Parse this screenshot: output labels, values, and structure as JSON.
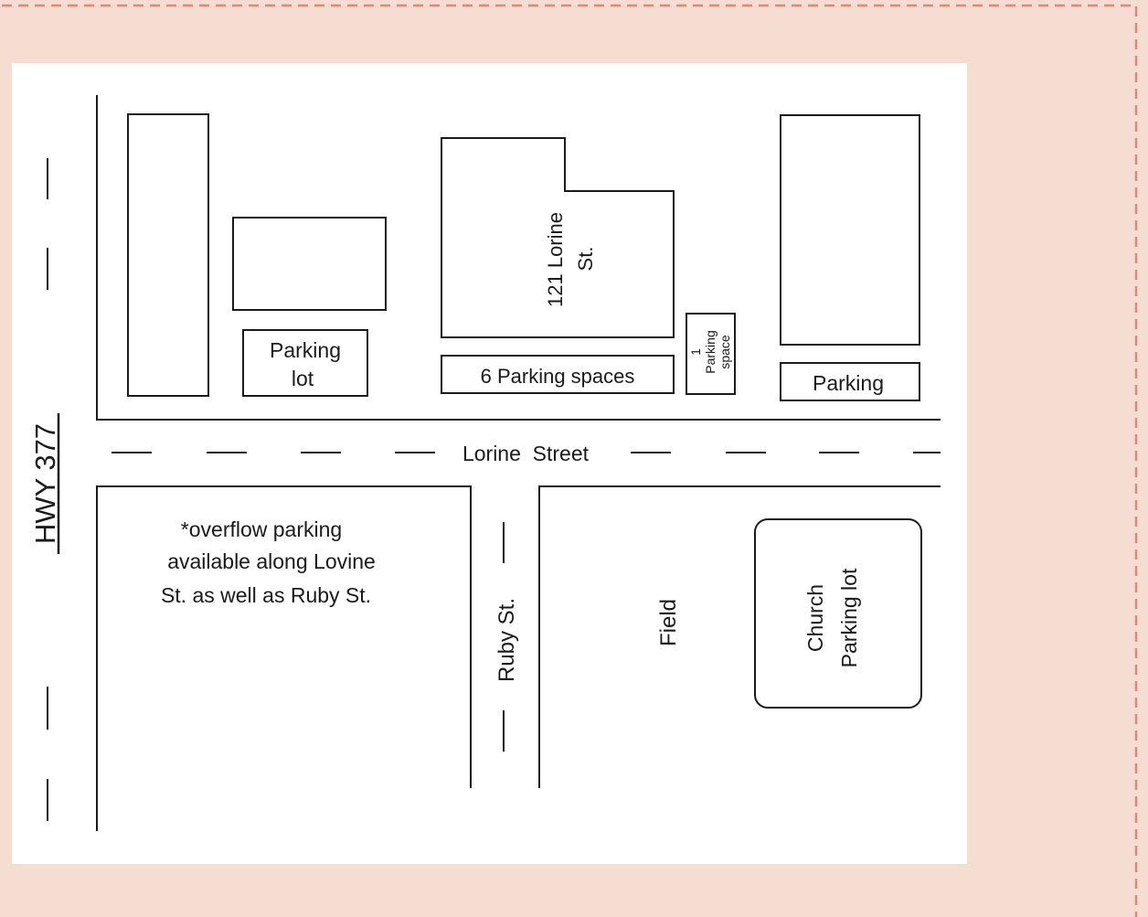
{
  "map": {
    "highway_label": "HWY 377",
    "street_label": "Lorine  Street",
    "side_street_label": "Ruby St.",
    "buildings": {
      "address_line1": "121 Lorine",
      "address_line2": "St."
    },
    "parking": {
      "lot_line1": "Parking",
      "lot_line2": "lot",
      "six_spaces": "6 Parking spaces",
      "one_space_line1": "1",
      "one_space_line2": "Parking",
      "one_space_line3": "space",
      "right_parking": "Parking",
      "church_line1": "Church",
      "church_line2": "Parking lot"
    },
    "field_label": "Field",
    "note": {
      "line1": "*overflow parking",
      "line2": "available along Lovine",
      "line3": "St. as well as Ruby St."
    }
  }
}
